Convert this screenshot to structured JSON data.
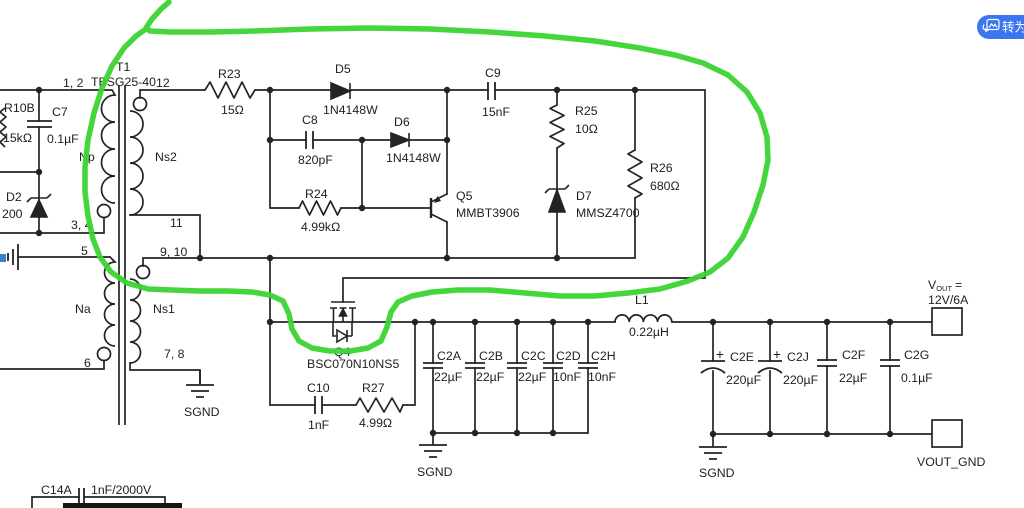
{
  "button": {
    "label": "转为",
    "bg": "#3b76f0"
  },
  "colors": {
    "annotation_green": "#3bd332",
    "wire": "#232323",
    "marker_blue": "#3e7fd6"
  },
  "schematic": {
    "t1": {
      "ref": "T1",
      "part": "TBSG25-40",
      "pins": {
        "a": "1, 2",
        "b": "12",
        "c": "3, 4",
        "d": "11",
        "e": "5",
        "f": "9, 10",
        "g": "6",
        "h": "7, 8"
      },
      "windings": {
        "np": "Np",
        "ns2": "Ns2",
        "na": "Na",
        "ns1": "Ns1"
      }
    },
    "c": {
      "r10b": {
        "r": "R10B",
        "v": "15kΩ"
      },
      "c7": {
        "r": "C7",
        "v": "0.1µF"
      },
      "d2": {
        "r": "D2",
        "v": "200"
      },
      "r23": {
        "r": "R23",
        "v": "15Ω"
      },
      "d5": {
        "r": "D5",
        "v": "1N4148W"
      },
      "c8": {
        "r": "C8",
        "v": "820pF"
      },
      "d6": {
        "r": "D6",
        "v": "1N4148W"
      },
      "r24": {
        "r": "R24",
        "v": "4.99kΩ"
      },
      "c9": {
        "r": "C9",
        "v": "15nF"
      },
      "r25": {
        "r": "R25",
        "v": "10Ω"
      },
      "r26": {
        "r": "R26",
        "v": "680Ω"
      },
      "q5": {
        "r": "Q5",
        "v": "MMBT3906"
      },
      "d7": {
        "r": "D7",
        "v": "MMSZ4700"
      },
      "q4": {
        "r": "Q4",
        "v": "BSC070N10NS5"
      },
      "c10": {
        "r": "C10",
        "v": "1nF"
      },
      "r27": {
        "r": "R27",
        "v": "4.99Ω"
      },
      "c2a": {
        "r": "C2A",
        "v": "22µF"
      },
      "c2b": {
        "r": "C2B",
        "v": "22µF"
      },
      "c2c": {
        "r": "C2C",
        "v": "22µF"
      },
      "c2d": {
        "r": "C2D",
        "v": "10nF"
      },
      "c2h": {
        "r": "C2H",
        "v": "10nF"
      },
      "l1": {
        "r": "L1",
        "v": "0.22µH"
      },
      "c2e": {
        "r": "C2E",
        "v": "220µF"
      },
      "c2j": {
        "r": "C2J",
        "v": "220µF"
      },
      "c2f": {
        "r": "C2F",
        "v": "22µF"
      },
      "c2g": {
        "r": "C2G",
        "v": "0.1µF"
      },
      "c14a": {
        "r": "C14A",
        "v": "1nF/2000V"
      }
    },
    "plus": "+",
    "ports": {
      "vout_v": "V",
      "vout_sub": "OUT",
      "vout_eq": "=",
      "vout_spec": "12V/6A",
      "vout_gnd": "VOUT_GND"
    },
    "gnd": {
      "sgnd": "SGND"
    }
  }
}
